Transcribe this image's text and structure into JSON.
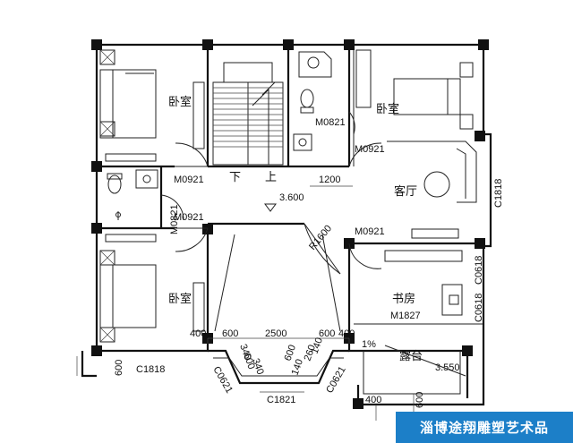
{
  "rooms": {
    "bedroom_top": "卧室",
    "bedroom_right": "卧室",
    "bedroom_bottom": "卧室",
    "living_room": "客厅",
    "study": "书房",
    "terrace": "露台"
  },
  "stairs": {
    "down": "下",
    "up": "上"
  },
  "door_labels": {
    "m0921_left_top": "M0921",
    "m0921_left_bottom": "M0921",
    "m0921_center": "M0921",
    "m0921_bath": "M0921",
    "m0821": "M0821",
    "m0821_vertical": "M0821",
    "m1827": "M1827"
  },
  "window_labels": {
    "c1818_right": "C1818",
    "c1818_bottom": "C1818",
    "c0618_a": "C0618",
    "c0618_b": "C0618",
    "c0621_left": "C0621",
    "c0621_right": "C0621",
    "c1821": "C1821"
  },
  "dimensions": {
    "d1200": "1200",
    "elev_3600": "3.600",
    "r1600": "R1600",
    "d400_left": "400",
    "d600_a": "600",
    "d2500": "2500",
    "d600_b": "600",
    "d400_right": "400",
    "d600_left_edge": "600",
    "d600_diag_a": "600",
    "d600_diag_b": "600",
    "d340_a": "340",
    "d340_b": "340",
    "d140_a": "140",
    "d140_b": "140",
    "d260": "260",
    "d400_bottom": "400",
    "d600_bottom": "600",
    "slope": "1%",
    "elev_3550": "3.550"
  },
  "watermark": "淄博途翔雕塑艺术品"
}
